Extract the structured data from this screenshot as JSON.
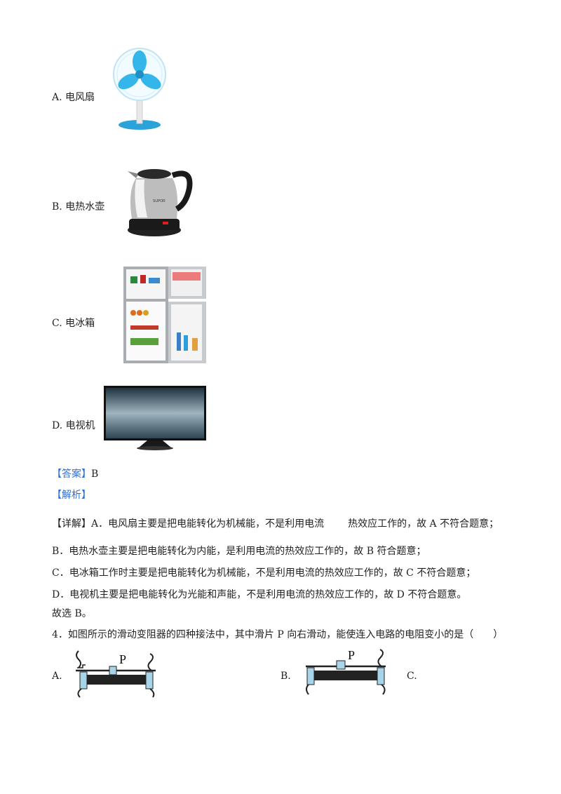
{
  "options": [
    {
      "letter": "A.",
      "name": "电风扇"
    },
    {
      "letter": "B.",
      "name": "电热水壶"
    },
    {
      "letter": "C.",
      "name": "电冰箱"
    },
    {
      "letter": "D.",
      "name": "电视机"
    }
  ],
  "kettle_brand": "SUPOR",
  "answer": {
    "tag": "【答案】",
    "value": "B"
  },
  "analysis": {
    "tag": "【解析】"
  },
  "detail": {
    "tag": "【详解】",
    "line_a_part1": "A．电风扇主要是把电能转化为机械能，不是利用电流",
    "line_a_part2": "热效应工作的，故 A 不符合题意；",
    "line_b": "B．电热水壶主要是把电能转化为内能，是利用电流的热效应工作的，故 B 符合题意；",
    "line_c": "C．电冰箱工作时主要是把电能转化为机械能，不是利用电流的热效应工作的，故 C 不符合题意；",
    "line_d": "D．电视机主要是把电能转化为光能和声能，不是利用电流的热效应工作的，故 D 不符合题意。",
    "conclusion": "故选 B。"
  },
  "question4": {
    "text": "4．如图所示的滑动变阻器的四种接法中，其中滑片 P 向右滑动，能使连入电路的电阻变小的是（　　）",
    "options": [
      {
        "letter": "A.",
        "slider_label": "P"
      },
      {
        "letter": "B.",
        "slider_label": "P"
      },
      {
        "letter": "C."
      }
    ]
  }
}
